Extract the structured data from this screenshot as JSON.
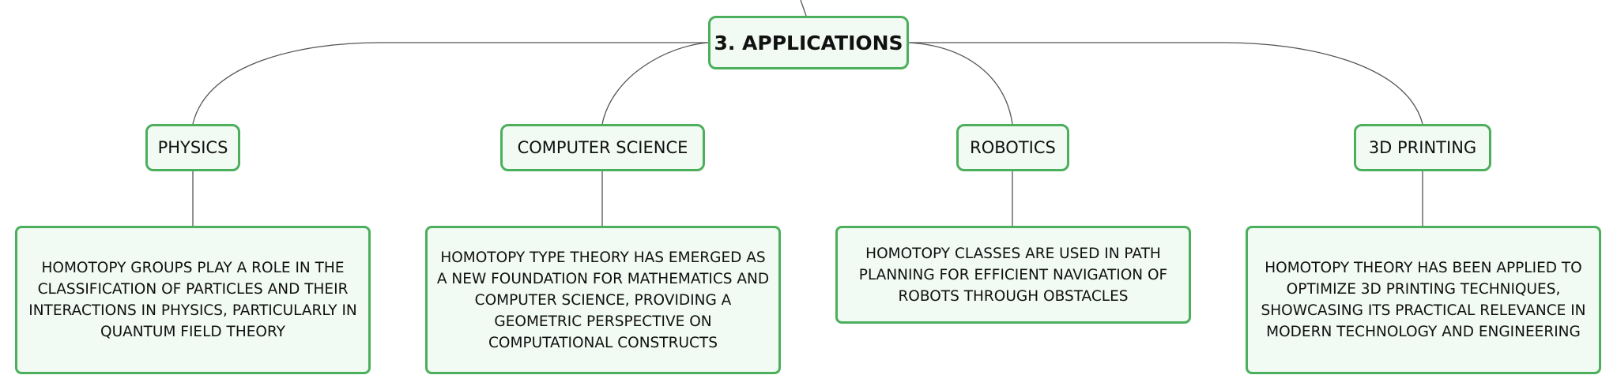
{
  "root": {
    "label": "3. APPLICATIONS"
  },
  "branches": [
    {
      "label": "PHYSICS",
      "detail": "HOMOTOPY GROUPS PLAY A ROLE IN THE CLASSIFICATION OF PARTICLES AND THEIR INTERACTIONS IN PHYSICS, PARTICULARLY IN QUANTUM FIELD THEORY"
    },
    {
      "label": "COMPUTER SCIENCE",
      "detail": "HOMOTOPY TYPE THEORY HAS EMERGED AS A NEW FOUNDATION FOR MATHEMATICS AND COMPUTER SCIENCE, PROVIDING A GEOMETRIC PERSPECTIVE ON COMPUTATIONAL CONSTRUCTS"
    },
    {
      "label": "ROBOTICS",
      "detail": "HOMOTOPY CLASSES ARE USED IN PATH PLANNING FOR EFFICIENT NAVIGATION OF ROBOTS THROUGH OBSTACLES"
    },
    {
      "label": "3D PRINTING",
      "detail": "HOMOTOPY THEORY HAS BEEN APPLIED TO OPTIMIZE 3D PRINTING TECHNIQUES, SHOWCASING ITS PRACTICAL RELEVANCE IN MODERN TECHNOLOGY AND ENGINEERING"
    }
  ],
  "colors": {
    "node_border": "#4caf5c",
    "node_fill": "#f1faf3",
    "connector": "#555555",
    "text": "#111111"
  }
}
